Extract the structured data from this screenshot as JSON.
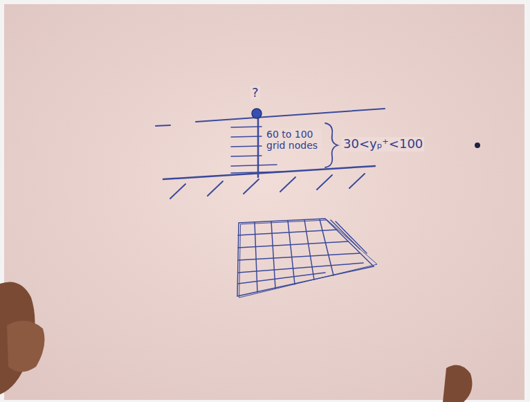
{
  "diagram": {
    "labels": [
      "?",
      "60 to 100 grid nodes",
      "30<yₚ⁺<100"
    ]
  }
}
